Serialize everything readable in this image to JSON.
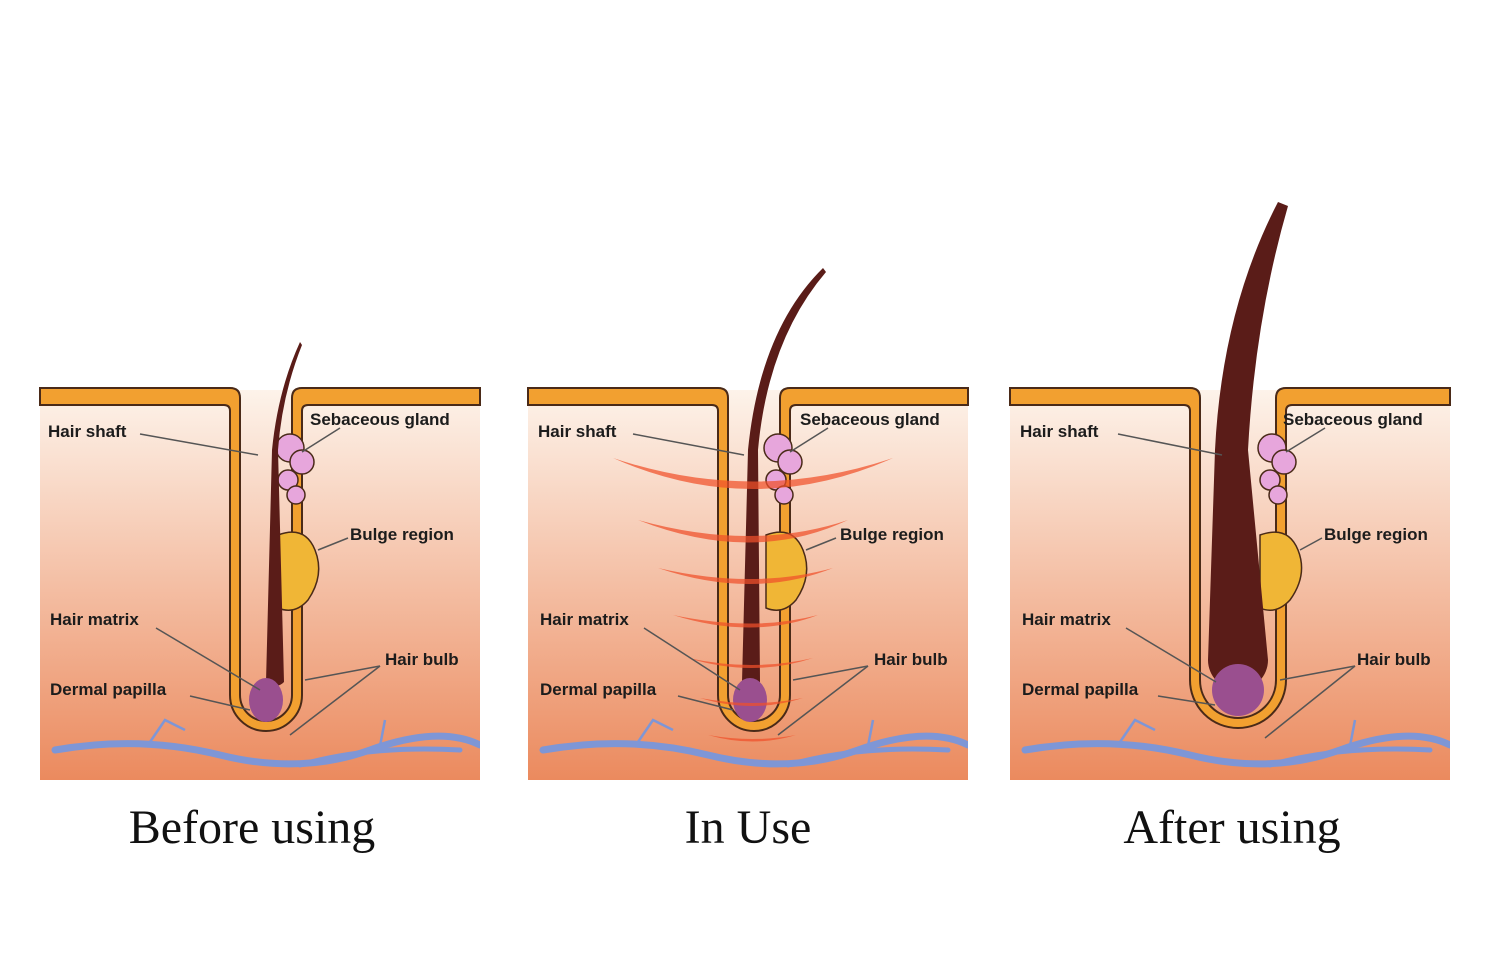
{
  "panels": [
    {
      "caption": "Before using",
      "labels": {
        "hair_shaft": "Hair shaft",
        "sebaceous_gland": "Sebaceous gland",
        "bulge_region": "Bulge region",
        "hair_matrix": "Hair matrix",
        "hair_bulb": "Hair bulb",
        "dermal_papilla": "Dermal papilla"
      }
    },
    {
      "caption": "In Use",
      "labels": {
        "hair_shaft": "Hair shaft",
        "sebaceous_gland": "Sebaceous gland",
        "bulge_region": "Bulge region",
        "hair_matrix": "Hair matrix",
        "hair_bulb": "Hair bulb",
        "dermal_papilla": "Dermal papilla"
      }
    },
    {
      "caption": "After using",
      "labels": {
        "hair_shaft": "Hair shaft",
        "sebaceous_gland": "Sebaceous gland",
        "bulge_region": "Bulge region",
        "hair_matrix": "Hair matrix",
        "hair_bulb": "Hair bulb",
        "dermal_papilla": "Dermal papilla"
      }
    }
  ],
  "colors": {
    "skin_top": "#fdf3ea",
    "skin_bottom": "#eb8a5e",
    "epidermis_orange": "#f2a030",
    "outline": "#4a2a18",
    "hair": "#5a1c18",
    "sebaceous": "#e7a6dc",
    "bulge": "#f0b636",
    "papilla": "#9a4f8f",
    "vessel": "#7e96d6",
    "heat_wave": "#f0502a"
  }
}
